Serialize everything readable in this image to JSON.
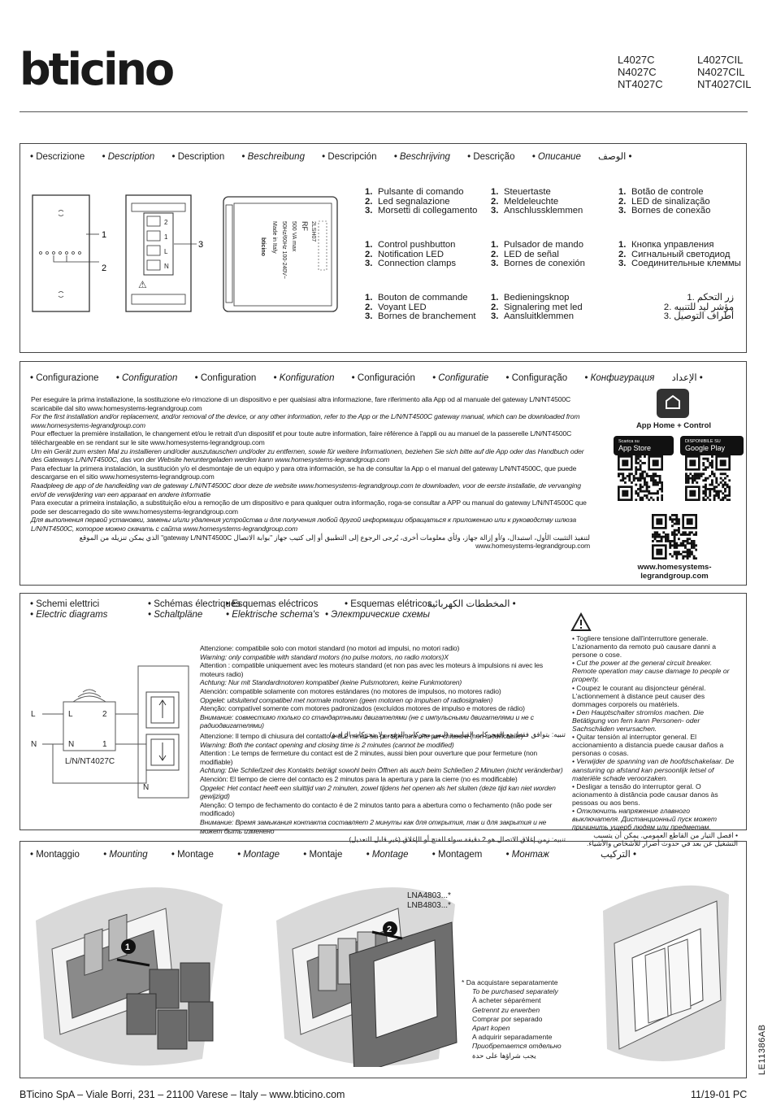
{
  "header": {
    "brand": "bticino",
    "codes_left": [
      "L4027C",
      "N4027C",
      "NT4027C"
    ],
    "codes_right": [
      "L4027CIL",
      "N4027CIL",
      "NT4027CIL"
    ]
  },
  "description": {
    "langs": [
      "• Descrizione",
      "• Description",
      "• Description",
      "• Beschreibung",
      "• Descripción",
      "• Beschrijving",
      "• Descrição",
      "• Описание",
      "الوصف •"
    ],
    "callouts": [
      "1",
      "2",
      "3"
    ],
    "device_labels": {
      "n": "N",
      "l": "L",
      "one": "1",
      "two": "2",
      "brand": "bticino",
      "spec1": "50Hz/60Hz 100-240V~",
      "spec2": "500 VA max",
      "model": "2LSH07",
      "rf": "RF",
      "made": "Made in Italy"
    },
    "lists": [
      [
        "Pulsante di comando",
        "Led segnalazione",
        "Morsetti di collegamento"
      ],
      [
        "Steuertaste",
        "Meldeleuchte",
        "Anschlussklemmen"
      ],
      [
        "Botão de controle",
        "LED de sinalização",
        "Bornes de conexão"
      ],
      [
        "Control pushbutton",
        "Notification LED",
        "Connection clamps"
      ],
      [
        "Pulsador de mando",
        "LED de señal",
        "Bornes de conexión"
      ],
      [
        "Кнопка управления",
        "Сигнальный светодиод",
        "Соединительные клеммы"
      ],
      [
        "Bouton de commande",
        "Voyant LED",
        "Bornes de branchement"
      ],
      [
        "Bedieningsknop",
        "Signalering met led",
        "Aansluitklemmen"
      ],
      [
        "زر التحكم",
        "مؤشر ليد للتنبيه",
        "أطراف التوصيل"
      ]
    ]
  },
  "configuration": {
    "langs": [
      "• Configurazione",
      "• Configuration",
      "• Configuration",
      "• Konfiguration",
      "• Configuración",
      "• Configuratie",
      "• Configuração",
      "• Конфигурация",
      "الإعداد •"
    ],
    "paragraphs": [
      "Per eseguire la prima installazione, la sostituzione e/o rimozione di un dispositivo e per qualsiasi altra informazione, fare riferimento alla App od al manuale del gateway L/N/NT4500C scaricabile dal sito www.homesystems-legrandgroup.com",
      "For the first installation and/or replacement, and/or removal of the device, or any other information, refer to the App or the L/N/NT4500C gateway manual, which can be downloaded from www.homesystems-legrandgroup.com",
      "Pour effectuer la première installation, le changement et/ou le retrait d'un dispositif et pour toute autre information, faire référence à l'appli ou au manuel de la passerelle L/N/NT4500C téléchargeable en se rendant sur le site www.homesystems-legrandgroup.com",
      "Um ein Gerät zum ersten Mal zu installieren und/oder auszutauschen und/oder zu entfernen, sowie für weitere Informationen, beziehen Sie sich bitte auf die App oder das Handbuch oder des Gateways L/N/NT4500C, das von der Website heruntergeladen werden kann www.homesystems-legrandgroup.com",
      "Para efectuar la primera instalación, la sustitución y/o el desmontaje de un equipo y para otra información, se ha de consultar la App o el manual del gateway L/N/NT4500C, que puede descargarse en el sitio www.homesystems-legrandgroup.com",
      "Raadpleeg de app of de handleiding van de gateway L/N/NT4500C door deze de website www.homesystems-legrandgroup.com te downloaden, voor de eerste installatie, de vervanging en/of de verwijdering van een apparaat en andere informatie",
      "Para executar a primeira instalação, a substituição e/ou a remoção de um dispositivo e para qualquer outra informação, roga-se consultar a APP ou manual do gateway L/N/NT4500C que pode ser descarregado do site www.homesystems-legrandgroup.com",
      "Для выполнения первой установки, замены и/или удаления устройства и для получения любой другой информации обращаться к приложению или к руководству шлюза L/N/NT4500C, которое можно скачать с сайта www.homesystems-legrandgroup.com",
      "لتنفيذ التثبيت الأول، استبدال، و/أو إزالة جهاز، ولأي معلومات أخرى، يُرجى الرجوع إلى التطبيق أو إلى كتيب جهاز \"بوابة الاتصال gateway L/N/NT4500C\" الذي يمكن تنزيله من الموقع www.homesystems-legrandgroup.com"
    ],
    "app_name": "App Home + Control",
    "appstore_small": "Scarica su",
    "appstore": "App Store",
    "googleplay_small": "DISPONIBILE SU",
    "googleplay": "Google Play",
    "url": "www.homesystems-legrandgroup.com"
  },
  "diagrams": {
    "langs_row1": [
      "• Schemi elettrici",
      "• Schémas électriques",
      "• Esquemas eléctricos",
      "• Esquemas elétricos",
      "المخططات الكهربائية •"
    ],
    "langs_row2": [
      "• Electric diagrams",
      "• Schaltpläne",
      "• Elektrische schema's",
      "• Электрические схемы"
    ],
    "wire_labels": {
      "l": "L",
      "n": "N",
      "t_l": "L",
      "t_n": "N",
      "t2": "2",
      "t1": "1",
      "device": "L/N/NT4027C",
      "n2": "N"
    },
    "note1": [
      "Attenzione: compatibile solo con motori standard (no motori ad impulsi, no motori radio)",
      "Warning: only compatible with standard motors (no pulse motors, no radio motors)X",
      "Attention : compatible uniquement avec les moteurs standard (et non pas avec les moteurs à impulsions ni avec les moteurs radio)",
      "Achtung: Nur mit Standardmotoren kompatibel (keine Pulsmotoren, keine Funkmotoren)",
      "Atención: compatible solamente con motores estándares (no motores de impulsos, no motores radio)",
      "Opgelet: uitsluitend compatibel met normale motoren (geen motoren op impulsen of radiosignalen)",
      "Atenção: compatível somente com motores padronizados (excluídos motores de impulso e motores de rádio)",
      "Внимание: совместимо только со стандартными двигателями (не с импульсными двигателями и не с радиодвигателями)",
      "تنبيه: يتوافق فقط مع المحركات القياسية (ليس محركات الدفع، ولا محركات الراديو)"
    ],
    "note2": [
      "Attenzione: Il tempo di chiusura del contatto è di 2 minuti sia per apertura che per chiusura (non modificabile)",
      "Warning: Both the contact opening and closing time is 2 minutes (cannot be modified)",
      "Attention : Le temps de fermeture du contact est de 2 minutes, aussi bien pour ouverture que pour fermeture (non modifiable)",
      "Achtung: Die Schließzeit des Kontakts beträgt sowohl beim Öffnen als auch beim Schließen 2 Minuten (nicht veränderbar)",
      "Atención: El tiempo de cierre del contacto es 2 minutos para la apertura y para la cierre (no es modificable)",
      "Opgelet: Het contact heeft een sluittijd van 2 minuten, zowel tijdens het openen als het sluiten (deze tijd kan niet worden gewijzigd)",
      "Atenção: O tempo de fechamento do contacto é de 2 minutos tanto para a abertura como o fechamento (não pode ser modificado)",
      "Внимание: Время замыкания контакта составляет 2 минуты как для открытия, так и для закрытия и не может быть изменено",
      "تنبيه: زمن إغلاق الاتصال هو 2 دقيقة سواء للفتح أو الإغلاق (غير قابل للتعديل)"
    ],
    "warnings": [
      "• Togliere tensione dall'interruttore generale. L'azionamento da remoto può causare danni a persone o cose.",
      "• Cut the power at the general circuit breaker. Remote operation may cause damage to people or property.",
      "• Coupez le courant au disjoncteur général. L'actionnement à distance peut causer des dommages corporels ou matériels.",
      "• Den Hauptschalter stromlos machen. Die Betätigung von fern kann Personen- oder Sachschäden verursachen.",
      "• Quitar tensión al interruptor general. El accionamiento a distancia puede causar daños a personas o cosas.",
      "• Verwijder de spanning van de hoofdschakelaar. De aansturing op afstand kan persoonlijk letsel of materiële schade veroorzaken.",
      "• Desligar a tensão do interruptor geral. O acionamento à distância pode causar danos às pessoas ou aos bens.",
      "• Отключить напряжение главного выключателя. Дистанционный пуск может причинить ущерб людям или предметам.",
      "• افصل التيار من القاطع العمومي. يمكن أن يتسبب التشغيل عن بعد في حدوث أضرار للأشخاص والأشياء."
    ]
  },
  "mounting": {
    "langs": [
      "• Montaggio",
      "• Mounting",
      "• Montage",
      "• Montage",
      "• Montaje",
      "• Montage",
      "• Montagem",
      "• Монтаж",
      "التركيب •"
    ],
    "step1": "1",
    "step2": "2",
    "plate_codes": [
      "LNA4803...*",
      "LNB4803...*"
    ],
    "purchase_notes": [
      "*  Da acquistare separatamente",
      "To be purchased separately",
      "À acheter séparément",
      "Getrennt zu erwerben",
      "Comprar por separado",
      "Apart kopen",
      "A adquirir separadamente",
      "Приобретается отдельно",
      "يجب شراؤها على حدة"
    ]
  },
  "doc_code": "LE11386AB",
  "footer": {
    "left": "BTicino SpA – Viale Borri, 231 – 21100 Varese – Italy – www.bticino.com",
    "right": "11/19-01 PC"
  }
}
